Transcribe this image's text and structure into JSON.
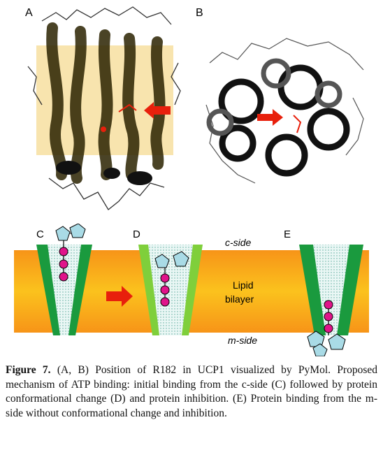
{
  "panels": {
    "A": "A",
    "B": "B",
    "C": "C",
    "D": "D",
    "E": "E"
  },
  "membrane": {
    "c_side": "c-side",
    "m_side": "m-side",
    "lipid_line1": "Lipid",
    "lipid_line2": "bilayer"
  },
  "colors": {
    "membrane_orange": "#f7a21b",
    "channel_dark_green": "#1a9a3e",
    "channel_light_green": "#7fcf3b",
    "choline_pink": "#e0148a",
    "pentagon_blue": "#a9dbe6",
    "arrow_red": "#e8200c",
    "box_yellow": "#f7dfa0"
  },
  "caption": {
    "label": "Figure 7.",
    "text": " (A, B) Position of R182 in UCP1 visualized by PyMol. Proposed mechanism of ATP binding: initial binding from the c-side (C) followed by protein conformational change (D) and protein inhibition. (E) Protein binding from the m-side without conformational change and inhibition."
  }
}
